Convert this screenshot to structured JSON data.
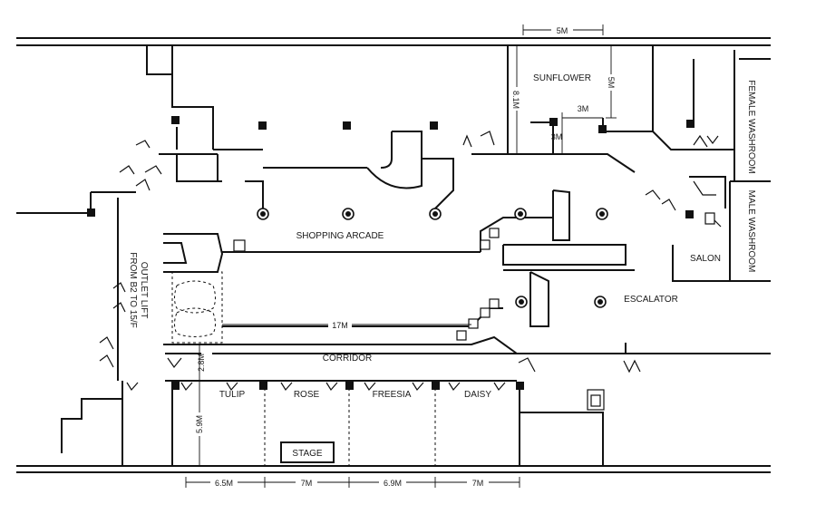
{
  "rooms": {
    "sunflower": "SUNFLOWER",
    "female_washroom": "FEMALE WASHROOM",
    "male_washroom": "MALE WASHROOM",
    "salon": "SALON",
    "shopping_arcade": "SHOPPING ARCADE",
    "escalator": "ESCALATOR",
    "outlet_lift": "OUTLET LIFT",
    "outlet_lift_range": "FROM B2 TO 15/F",
    "corridor": "CORRIDOR",
    "tulip": "TULIP",
    "rose": "ROSE",
    "freesia": "FREESIA",
    "daisy": "DAISY",
    "stage": "STAGE"
  },
  "dimensions": {
    "sunflower_width": "5M",
    "sunflower_depth_left": "8.1M",
    "sunflower_depth_right": "5M",
    "notch_width": "3M",
    "notch_depth": "3M",
    "arcade_length": "17M",
    "corridor_width": "2.8M",
    "room_depth": "5.9M",
    "tulip_width": "6.5M",
    "rose_width": "7M",
    "freesia_width": "6.9M",
    "daisy_width": "7M"
  }
}
